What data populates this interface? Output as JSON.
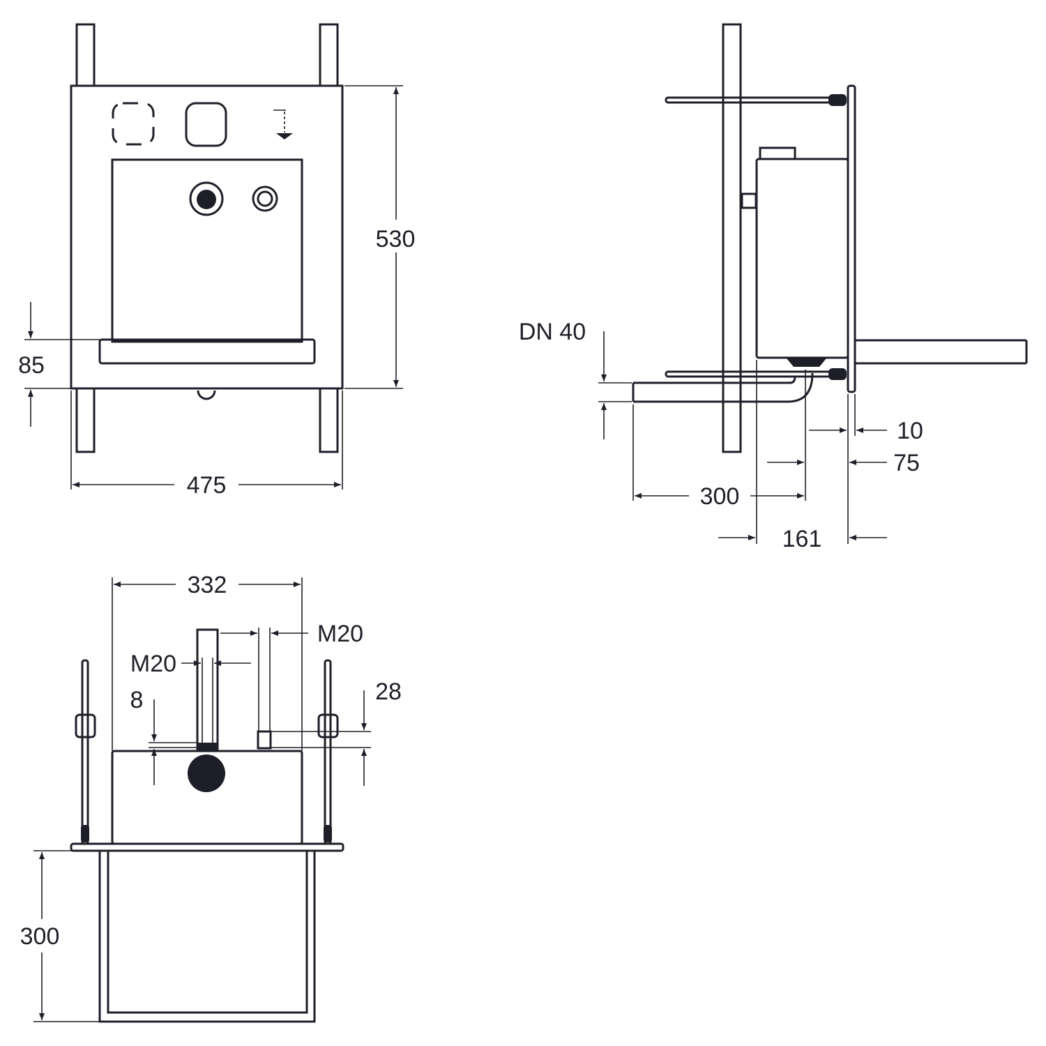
{
  "drawing": {
    "colors": {
      "line": "#1e1e28",
      "background": "#ffffff"
    },
    "front_view": {
      "width": "475",
      "height": "530",
      "shelf_offset": "85"
    },
    "side_view": {
      "pipe": "DN 40",
      "plate": "10",
      "offset": "75",
      "depth": "300",
      "box_depth": "161"
    },
    "top_view": {
      "box_width": "332",
      "thread_right": "M20",
      "thread_left": "M20",
      "dim_8": "8",
      "dim_28": "28",
      "frame_depth": "300"
    }
  }
}
